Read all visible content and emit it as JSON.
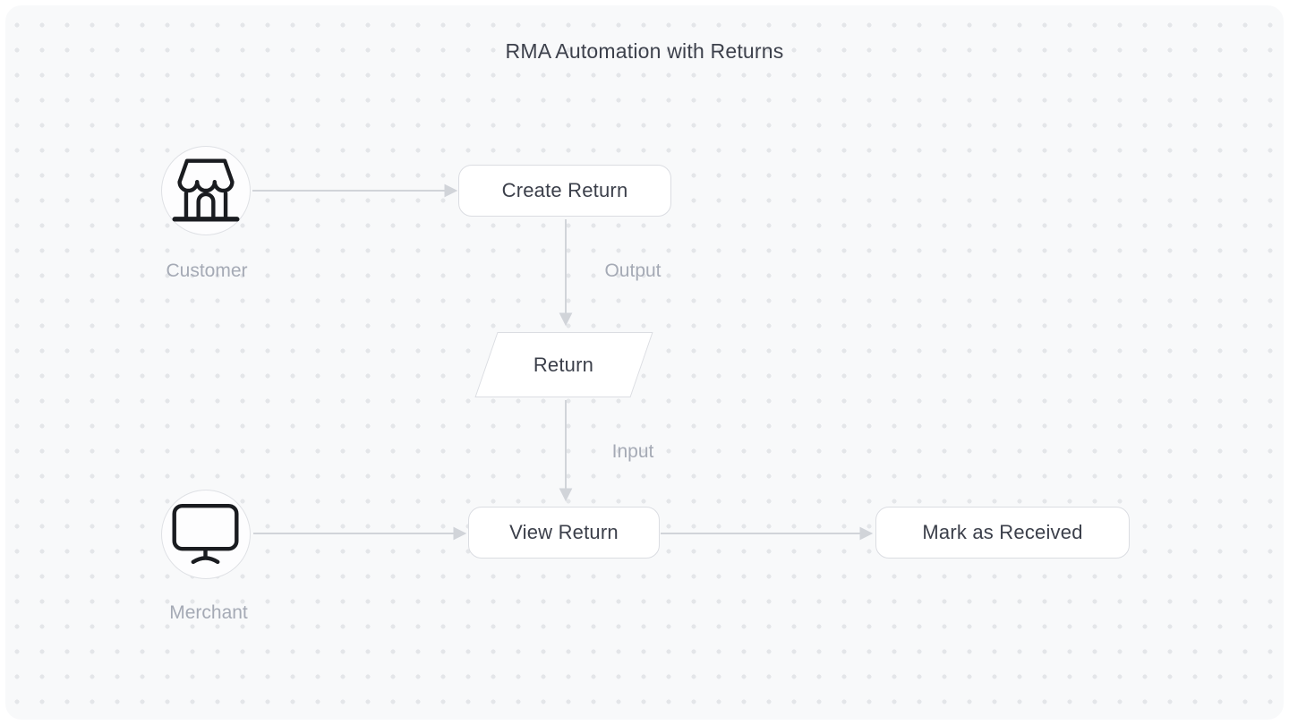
{
  "title": "RMA Automation with Returns",
  "actors": [
    {
      "id": "customer",
      "label": "Customer",
      "icon": "storefront-icon"
    },
    {
      "id": "merchant",
      "label": "Merchant",
      "icon": "monitor-icon"
    }
  ],
  "nodes": [
    {
      "id": "create-return",
      "label": "Create Return",
      "shape": "rounded-rectangle"
    },
    {
      "id": "return",
      "label": "Return",
      "shape": "parallelogram"
    },
    {
      "id": "view-return",
      "label": "View Return",
      "shape": "rounded-rectangle"
    },
    {
      "id": "mark-as-received",
      "label": "Mark as Received",
      "shape": "rounded-rectangle"
    }
  ],
  "edges": [
    {
      "from": "customer",
      "to": "create-return",
      "label": ""
    },
    {
      "from": "create-return",
      "to": "return",
      "label": "Output"
    },
    {
      "from": "return",
      "to": "view-return",
      "label": "Input"
    },
    {
      "from": "merchant",
      "to": "view-return",
      "label": ""
    },
    {
      "from": "view-return",
      "to": "mark-as-received",
      "label": ""
    }
  ],
  "colors": {
    "canvas_background": "#f8f9fa",
    "dot_grid": "#e4e6e9",
    "node_border": "#dbdde2",
    "node_fill": "#ffffff",
    "edge": "#d1d4d9",
    "icon_stroke": "#1a1c20",
    "text_primary": "#3b3f4a",
    "text_muted": "#a5aab5"
  }
}
